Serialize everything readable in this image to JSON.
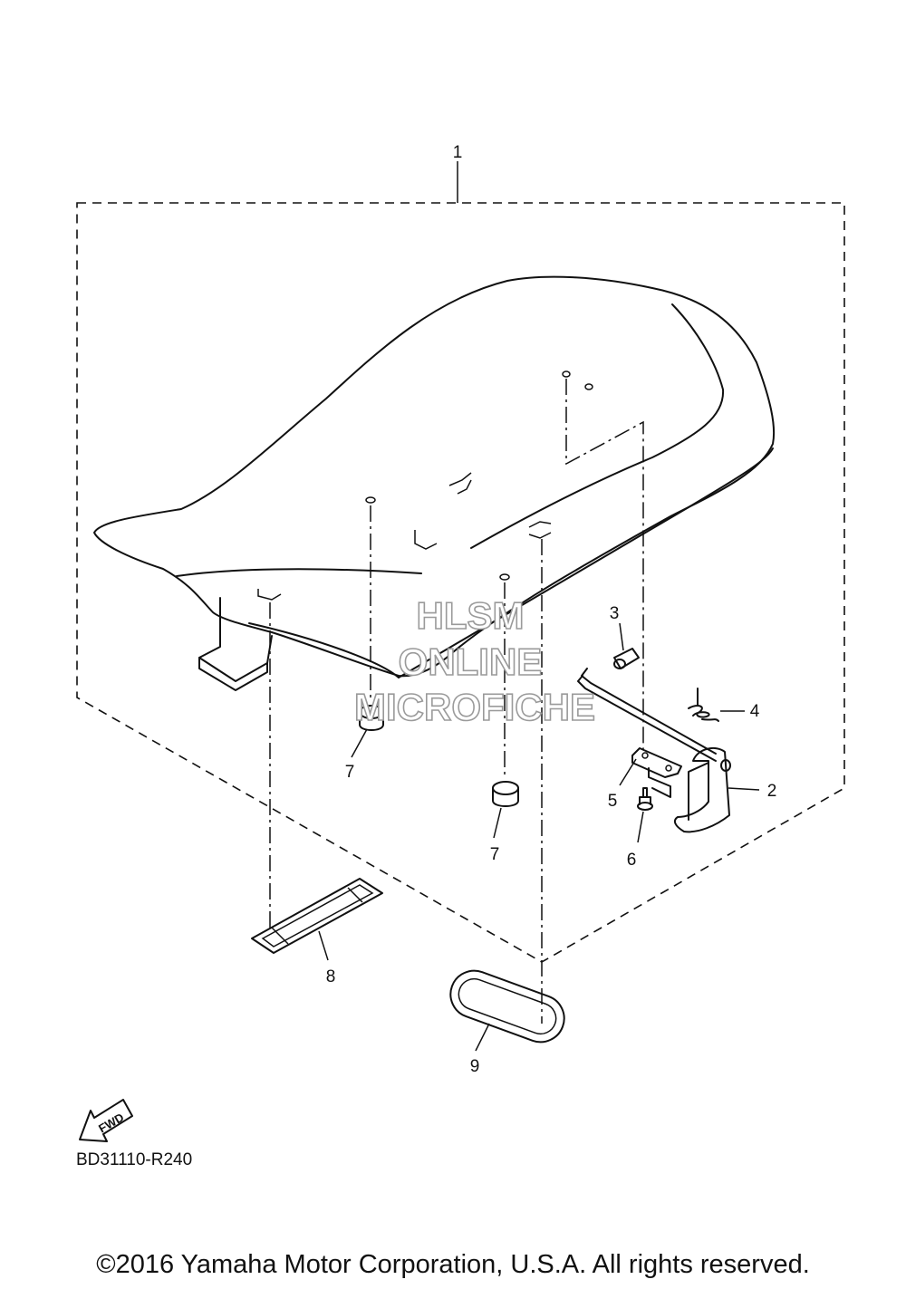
{
  "diagram": {
    "part_callouts": [
      "1",
      "2",
      "3",
      "4",
      "5",
      "6",
      "7",
      "7",
      "8",
      "9"
    ],
    "watermark": [
      "HLSM",
      "ONLINE",
      "MICROFICHE"
    ],
    "fwd_label": "FWD",
    "diagram_code": "BD31110-R240",
    "copyright": "©2016 Yamaha Motor Corporation, U.S.A. All rights reserved."
  }
}
